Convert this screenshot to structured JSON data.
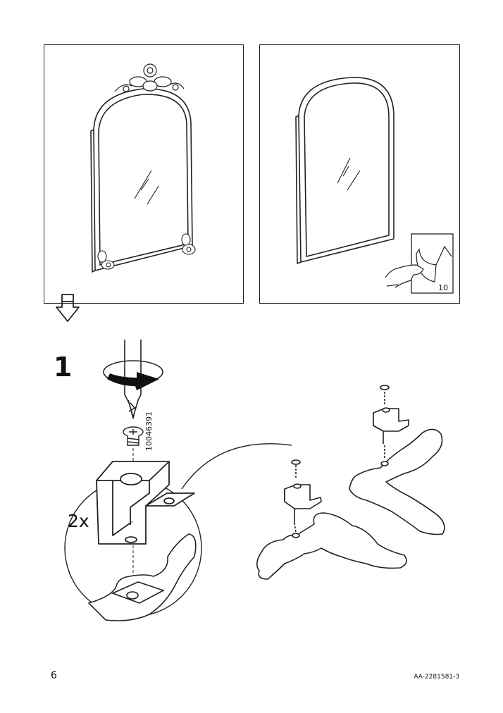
{
  "step": {
    "number": "1"
  },
  "fastener": {
    "quantity": "2x",
    "part_number": "10046391"
  },
  "peel_label": {
    "number": "10"
  },
  "footer": {
    "page_number": "6",
    "document_id": "AA-2281581-3"
  },
  "icons": [
    "ornate-mirror-icon",
    "plain-mirror-icon",
    "peel-film-icon",
    "transition-arrow-icon",
    "screwdriver-icon",
    "rotation-arrow-icon",
    "screw-icon",
    "bracket-icon",
    "detail-magnifier-icon",
    "leg-assembly-icon"
  ]
}
